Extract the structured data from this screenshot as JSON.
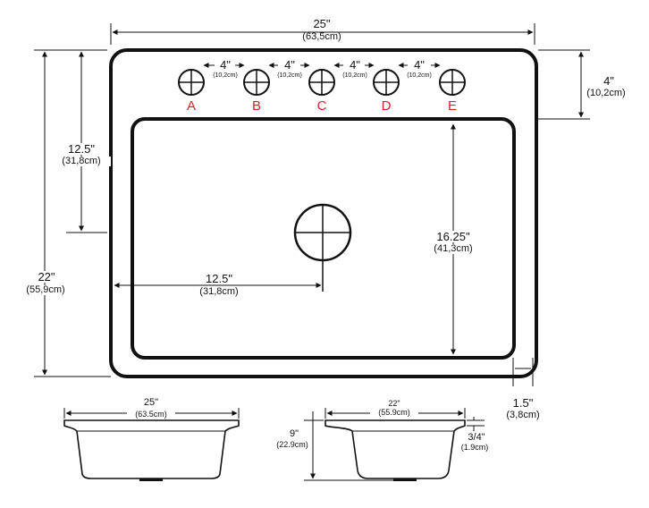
{
  "colors": {
    "line": "#111111",
    "hole_letter": "#d0252b",
    "background": "#ffffff"
  },
  "top_view": {
    "overall_width": {
      "value": "25\"",
      "metric": "(63,5cm)"
    },
    "hole_spacing": [
      {
        "value": "4\"",
        "metric": "(10,2cm)"
      },
      {
        "value": "4\"",
        "metric": "(10,2cm)"
      },
      {
        "value": "4\"",
        "metric": "(10,2cm)"
      },
      {
        "value": "4\"",
        "metric": "(10,2cm)"
      }
    ],
    "holes": [
      "A",
      "B",
      "C",
      "D",
      "E"
    ],
    "hole_to_bowl": {
      "value": "4\"",
      "metric": "(10,2cm)"
    },
    "drain_from_top": {
      "value": "12.5\"",
      "metric": "(31,8cm)"
    },
    "overall_depth": {
      "value": "22\"",
      "metric": "(55,9cm)"
    },
    "drain_from_side": {
      "value": "12.5\"",
      "metric": "(31,8cm)"
    },
    "bowl_length": {
      "value": "16.25\"",
      "metric": "(41,3cm)"
    },
    "rim_width": {
      "value": "1.5\"",
      "metric": "(3,8cm)"
    }
  },
  "front_view": {
    "width": {
      "value": "25\"",
      "metric": "(63.5cm)"
    }
  },
  "side_view": {
    "width": {
      "value": "22\"",
      "metric": "(55.9cm)"
    },
    "depth": {
      "value": "9\"",
      "metric": "(22.9cm)"
    },
    "rim_thickness": {
      "value": "3/4\"",
      "metric": "(1.9cm)"
    }
  }
}
